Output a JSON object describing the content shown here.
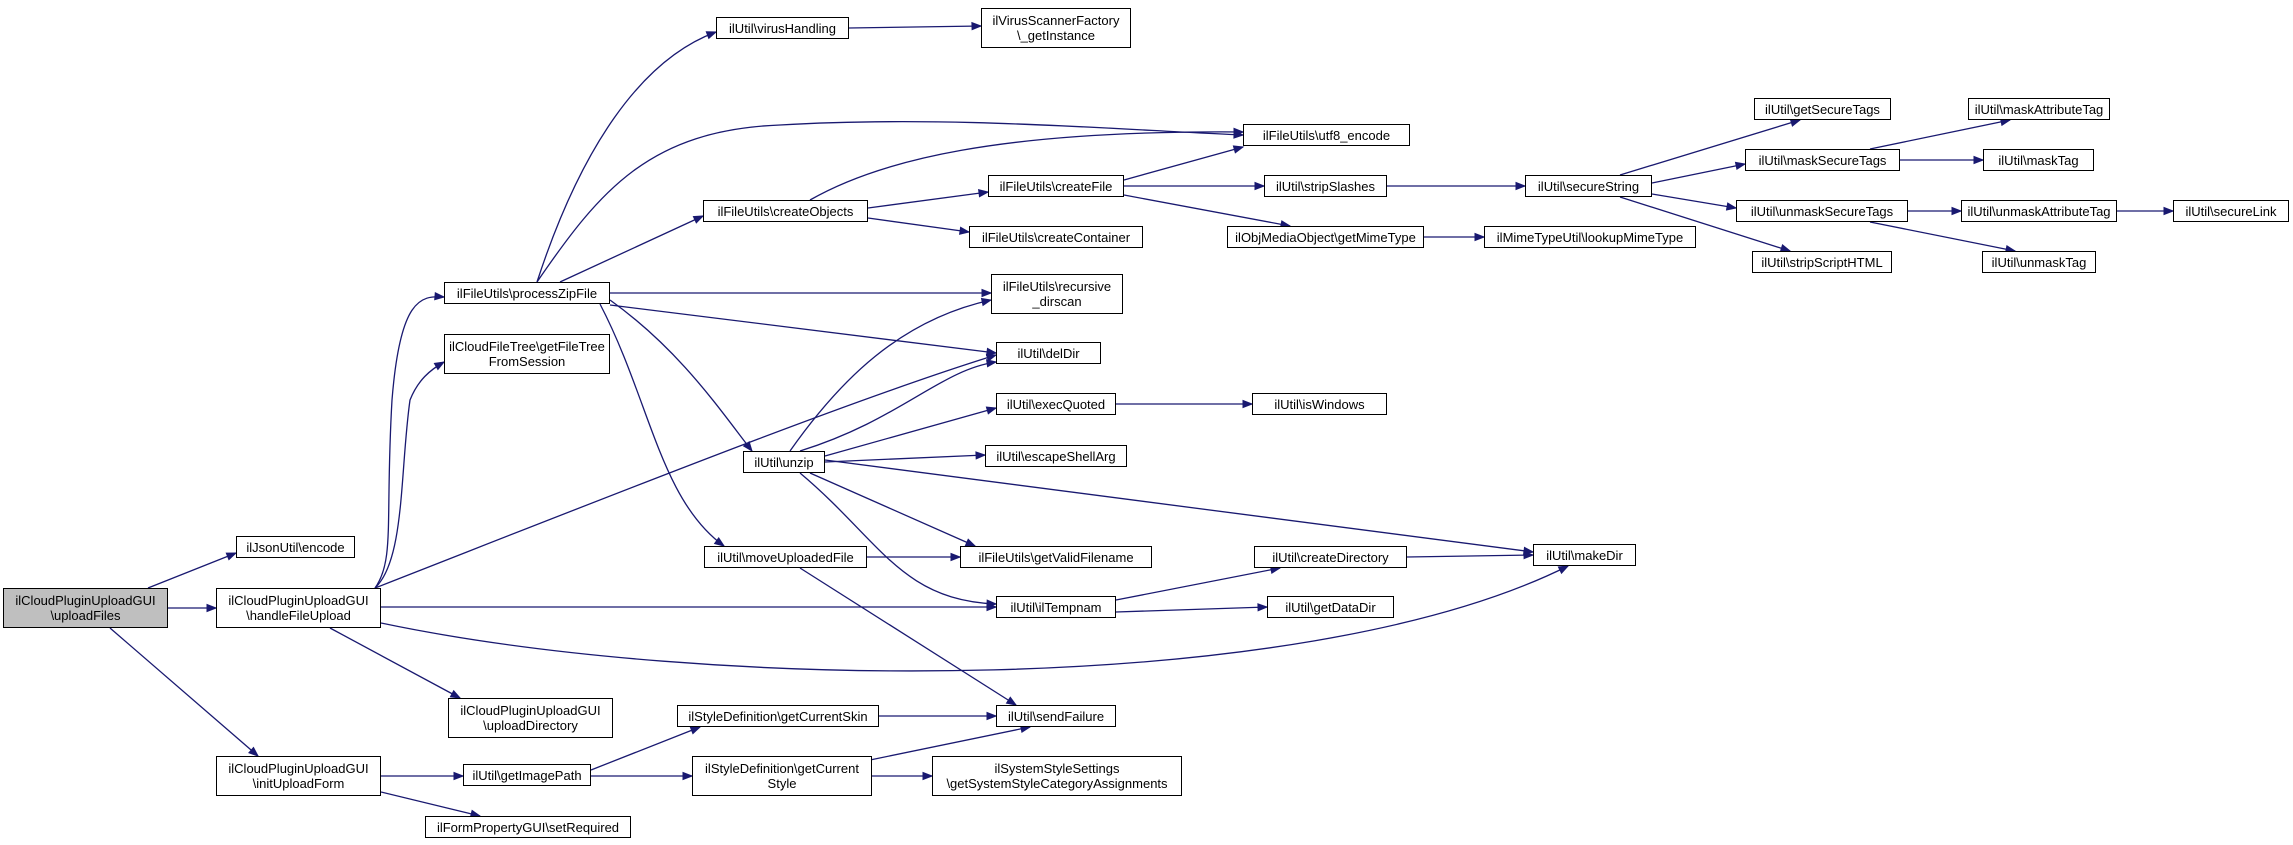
{
  "diagram": {
    "nodes": [
      {
        "id": "n0",
        "label": "ilCloudPluginUploadGUI\n\\uploadFiles",
        "root": true
      },
      {
        "id": "n1",
        "label": "ilJsonUtil\\encode"
      },
      {
        "id": "n2",
        "label": "ilCloudPluginUploadGUI\n\\handleFileUpload"
      },
      {
        "id": "n3",
        "label": "ilCloudPluginUploadGUI\n\\initUploadForm"
      },
      {
        "id": "n4",
        "label": "ilFileUtils\\processZipFile"
      },
      {
        "id": "n5",
        "label": "ilCloudFileTree\\getFileTree\nFromSession"
      },
      {
        "id": "n6",
        "label": "ilUtil\\delDir"
      },
      {
        "id": "n7",
        "label": "ilUtil\\ilTempnam"
      },
      {
        "id": "n8",
        "label": "ilUtil\\makeDir"
      },
      {
        "id": "n9",
        "label": "ilCloudPluginUploadGUI\n\\uploadDirectory"
      },
      {
        "id": "n10",
        "label": "ilUtil\\getImagePath"
      },
      {
        "id": "n11",
        "label": "ilFormPropertyGUI\\setRequired"
      },
      {
        "id": "n12",
        "label": "ilUtil\\virusHandling"
      },
      {
        "id": "n13",
        "label": "ilVirusScannerFactory\n\\_getInstance"
      },
      {
        "id": "n14",
        "label": "ilFileUtils\\utf8_encode"
      },
      {
        "id": "n15",
        "label": "ilFileUtils\\createObjects"
      },
      {
        "id": "n16",
        "label": "ilFileUtils\\createFile"
      },
      {
        "id": "n17",
        "label": "ilFileUtils\\createContainer"
      },
      {
        "id": "n18",
        "label": "ilFileUtils\\recursive\n_dirscan"
      },
      {
        "id": "n19",
        "label": "ilUtil\\unzip"
      },
      {
        "id": "n20",
        "label": "ilUtil\\moveUploadedFile"
      },
      {
        "id": "n21",
        "label": "ilUtil\\stripSlashes"
      },
      {
        "id": "n22",
        "label": "ilObjMediaObject\\getMimeType"
      },
      {
        "id": "n23",
        "label": "ilMimeTypeUtil\\lookupMimeType"
      },
      {
        "id": "n24",
        "label": "ilUtil\\secureString"
      },
      {
        "id": "n25",
        "label": "ilUtil\\getSecureTags"
      },
      {
        "id": "n26",
        "label": "ilUtil\\maskSecureTags"
      },
      {
        "id": "n27",
        "label": "ilUtil\\unmaskSecureTags"
      },
      {
        "id": "n28",
        "label": "ilUtil\\stripScriptHTML"
      },
      {
        "id": "n29",
        "label": "ilUtil\\maskAttributeTag"
      },
      {
        "id": "n30",
        "label": "ilUtil\\maskTag"
      },
      {
        "id": "n31",
        "label": "ilUtil\\unmaskAttributeTag"
      },
      {
        "id": "n32",
        "label": "ilUtil\\unmaskTag"
      },
      {
        "id": "n33",
        "label": "ilUtil\\secureLink"
      },
      {
        "id": "n34",
        "label": "ilUtil\\execQuoted"
      },
      {
        "id": "n35",
        "label": "ilUtil\\isWindows"
      },
      {
        "id": "n36",
        "label": "ilUtil\\escapeShellArg"
      },
      {
        "id": "n37",
        "label": "ilFileUtils\\getValidFilename"
      },
      {
        "id": "n38",
        "label": "ilUtil\\sendFailure"
      },
      {
        "id": "n39",
        "label": "ilUtil\\createDirectory"
      },
      {
        "id": "n40",
        "label": "ilUtil\\getDataDir"
      },
      {
        "id": "n41",
        "label": "ilStyleDefinition\\getCurrentSkin"
      },
      {
        "id": "n42",
        "label": "ilStyleDefinition\\getCurrent\nStyle"
      },
      {
        "id": "n43",
        "label": "ilSystemStyleSettings\n\\getSystemStyleCategoryAssignments"
      }
    ],
    "edges": [
      {
        "from": "n0",
        "to": "n1"
      },
      {
        "from": "n0",
        "to": "n2"
      },
      {
        "from": "n0",
        "to": "n3"
      },
      {
        "from": "n2",
        "to": "n4"
      },
      {
        "from": "n2",
        "to": "n5"
      },
      {
        "from": "n2",
        "to": "n6"
      },
      {
        "from": "n2",
        "to": "n7"
      },
      {
        "from": "n2",
        "to": "n8"
      },
      {
        "from": "n2",
        "to": "n9"
      },
      {
        "from": "n3",
        "to": "n10"
      },
      {
        "from": "n3",
        "to": "n11"
      },
      {
        "from": "n4",
        "to": "n12"
      },
      {
        "from": "n4",
        "to": "n14"
      },
      {
        "from": "n4",
        "to": "n15"
      },
      {
        "from": "n4",
        "to": "n18"
      },
      {
        "from": "n4",
        "to": "n6"
      },
      {
        "from": "n4",
        "to": "n19"
      },
      {
        "from": "n4",
        "to": "n20"
      },
      {
        "from": "n12",
        "to": "n13"
      },
      {
        "from": "n15",
        "to": "n14"
      },
      {
        "from": "n15",
        "to": "n16"
      },
      {
        "from": "n15",
        "to": "n17"
      },
      {
        "from": "n16",
        "to": "n14"
      },
      {
        "from": "n16",
        "to": "n21"
      },
      {
        "from": "n16",
        "to": "n22"
      },
      {
        "from": "n21",
        "to": "n24"
      },
      {
        "from": "n22",
        "to": "n23"
      },
      {
        "from": "n24",
        "to": "n25"
      },
      {
        "from": "n24",
        "to": "n26"
      },
      {
        "from": "n24",
        "to": "n27"
      },
      {
        "from": "n24",
        "to": "n28"
      },
      {
        "from": "n26",
        "to": "n29"
      },
      {
        "from": "n26",
        "to": "n30"
      },
      {
        "from": "n27",
        "to": "n31"
      },
      {
        "from": "n27",
        "to": "n32"
      },
      {
        "from": "n31",
        "to": "n33"
      },
      {
        "from": "n19",
        "to": "n18"
      },
      {
        "from": "n19",
        "to": "n6"
      },
      {
        "from": "n19",
        "to": "n34"
      },
      {
        "from": "n19",
        "to": "n36"
      },
      {
        "from": "n19",
        "to": "n37"
      },
      {
        "from": "n19",
        "to": "n7"
      },
      {
        "from": "n19",
        "to": "n8"
      },
      {
        "from": "n34",
        "to": "n35"
      },
      {
        "from": "n20",
        "to": "n37"
      },
      {
        "from": "n20",
        "to": "n38"
      },
      {
        "from": "n7",
        "to": "n39"
      },
      {
        "from": "n7",
        "to": "n40"
      },
      {
        "from": "n39",
        "to": "n8"
      },
      {
        "from": "n10",
        "to": "n41"
      },
      {
        "from": "n10",
        "to": "n42"
      },
      {
        "from": "n41",
        "to": "n38"
      },
      {
        "from": "n42",
        "to": "n38"
      },
      {
        "from": "n42",
        "to": "n43"
      }
    ]
  },
  "colors": {
    "edge": "#191970",
    "root_fill": "#bfbfbf",
    "node_fill": "#ffffff",
    "node_border": "#000000"
  }
}
